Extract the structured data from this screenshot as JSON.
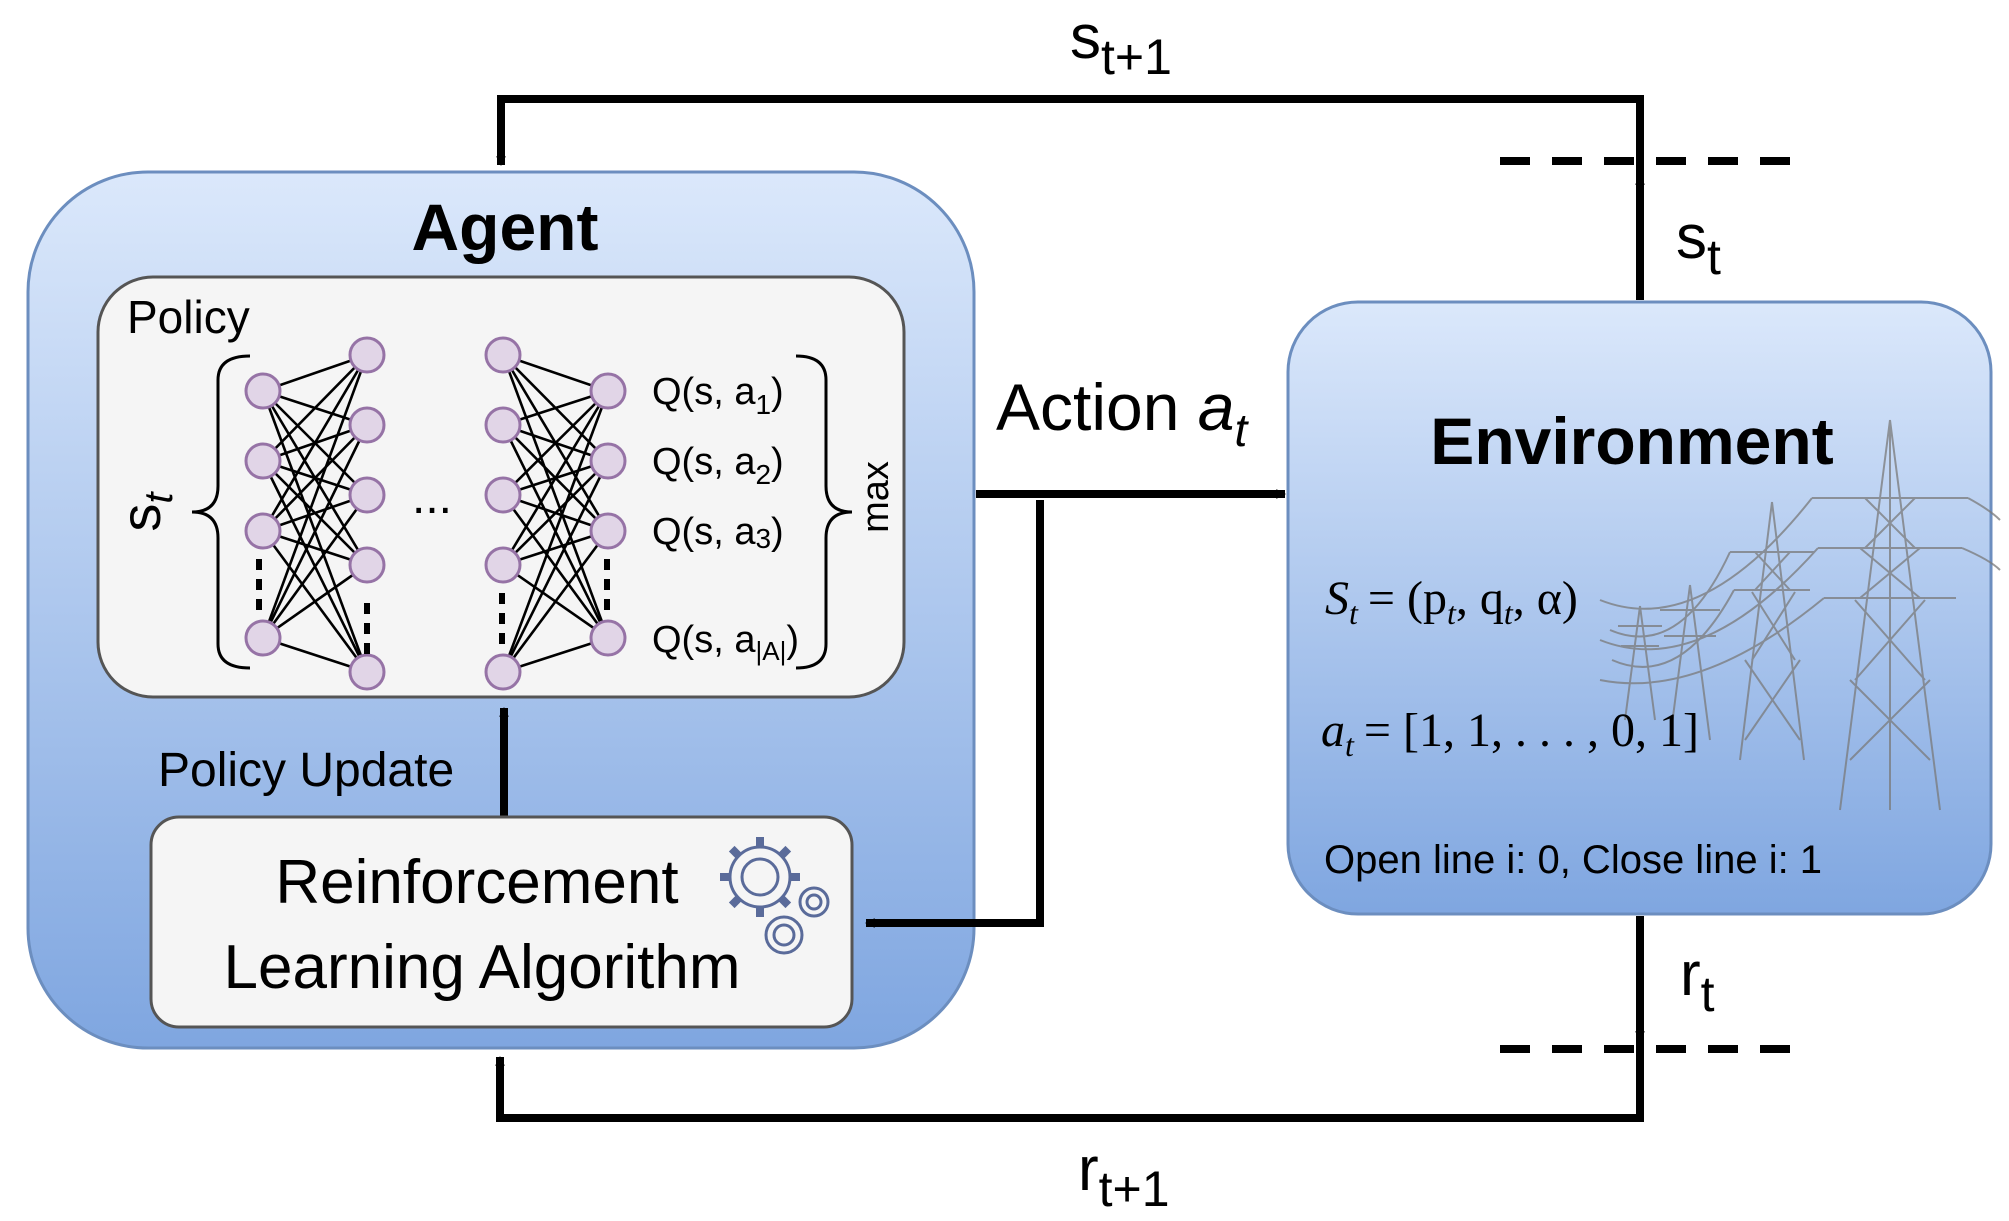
{
  "agent": {
    "title": "Agent",
    "policy_label": "Policy",
    "state_input": {
      "base": "s",
      "sub": "t"
    },
    "ellipsis": "...",
    "q_outputs": [
      {
        "prefix": "Q(s, a",
        "sub": "1",
        "suffix": ")"
      },
      {
        "prefix": "Q(s, a",
        "sub": "2",
        "suffix": ")"
      },
      {
        "prefix": "Q(s, a",
        "sub": "3",
        "suffix": ")"
      },
      {
        "prefix": "Q(s, a",
        "sub": "|A|",
        "suffix": ")"
      }
    ],
    "max_label": "max",
    "policy_update_label": "Policy Update",
    "rl_algorithm": {
      "line1": "Reinforcement",
      "line2": "Learning Algorithm"
    }
  },
  "environment": {
    "title": "Environment",
    "state_eq": {
      "lhs": "S",
      "lhs_sub": "t",
      "rhs": "= (p",
      "p_sub": "t",
      "q": ", q",
      "q_sub": "t",
      "end": ", α)"
    },
    "action_eq": {
      "lhs": "a",
      "lhs_sub": "t",
      "rhs": "= [1, 1, . . . , 0, 1]"
    },
    "note": "Open line i: 0, Close line i: 1"
  },
  "signals": {
    "action": {
      "text": "Action ",
      "var": "a",
      "sub": "t"
    },
    "next_state": {
      "base": "s",
      "sub": "t+1"
    },
    "state": {
      "base": "s",
      "sub": "t"
    },
    "reward": {
      "base": "r",
      "sub": "t"
    },
    "next_reward": {
      "base": "r",
      "sub": "t+1"
    }
  },
  "colors": {
    "box_top": "#dbe8fb",
    "box_bottom": "#7fa6e0",
    "box_stroke": "#6c8ebf",
    "panel_fill": "#f5f5f5",
    "panel_stroke": "#555555",
    "node_fill": "#e1d5e7",
    "node_stroke": "#9673a6",
    "line": "#000000"
  }
}
